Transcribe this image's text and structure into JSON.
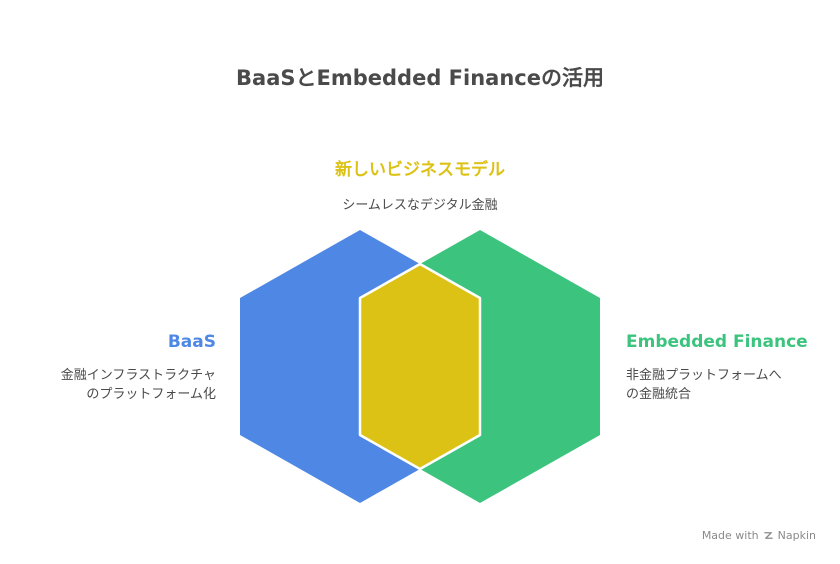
{
  "title": "BaaSとEmbedded Financeの活用",
  "colors": {
    "baas": "#4e88e4",
    "embedded": "#3cc47e",
    "overlap": "#ddc216",
    "title": "#4a4a4a",
    "text": "#4a4a4a"
  },
  "sets": {
    "overlap": {
      "title": "新しいビジネスモデル",
      "desc": "シームレスなデジタル金融"
    },
    "baas": {
      "title": "BaaS",
      "desc_line1": "金融インフラストラクチャ",
      "desc_line2": "のプラットフォーム化"
    },
    "embedded": {
      "title": "Embedded Finance",
      "desc_line1": "非金融プラットフォームへ",
      "desc_line2": "の金融統合"
    }
  },
  "footer": {
    "made_with": "Made with",
    "brand": "Napkin",
    "icon": "napkin-logo-icon"
  }
}
